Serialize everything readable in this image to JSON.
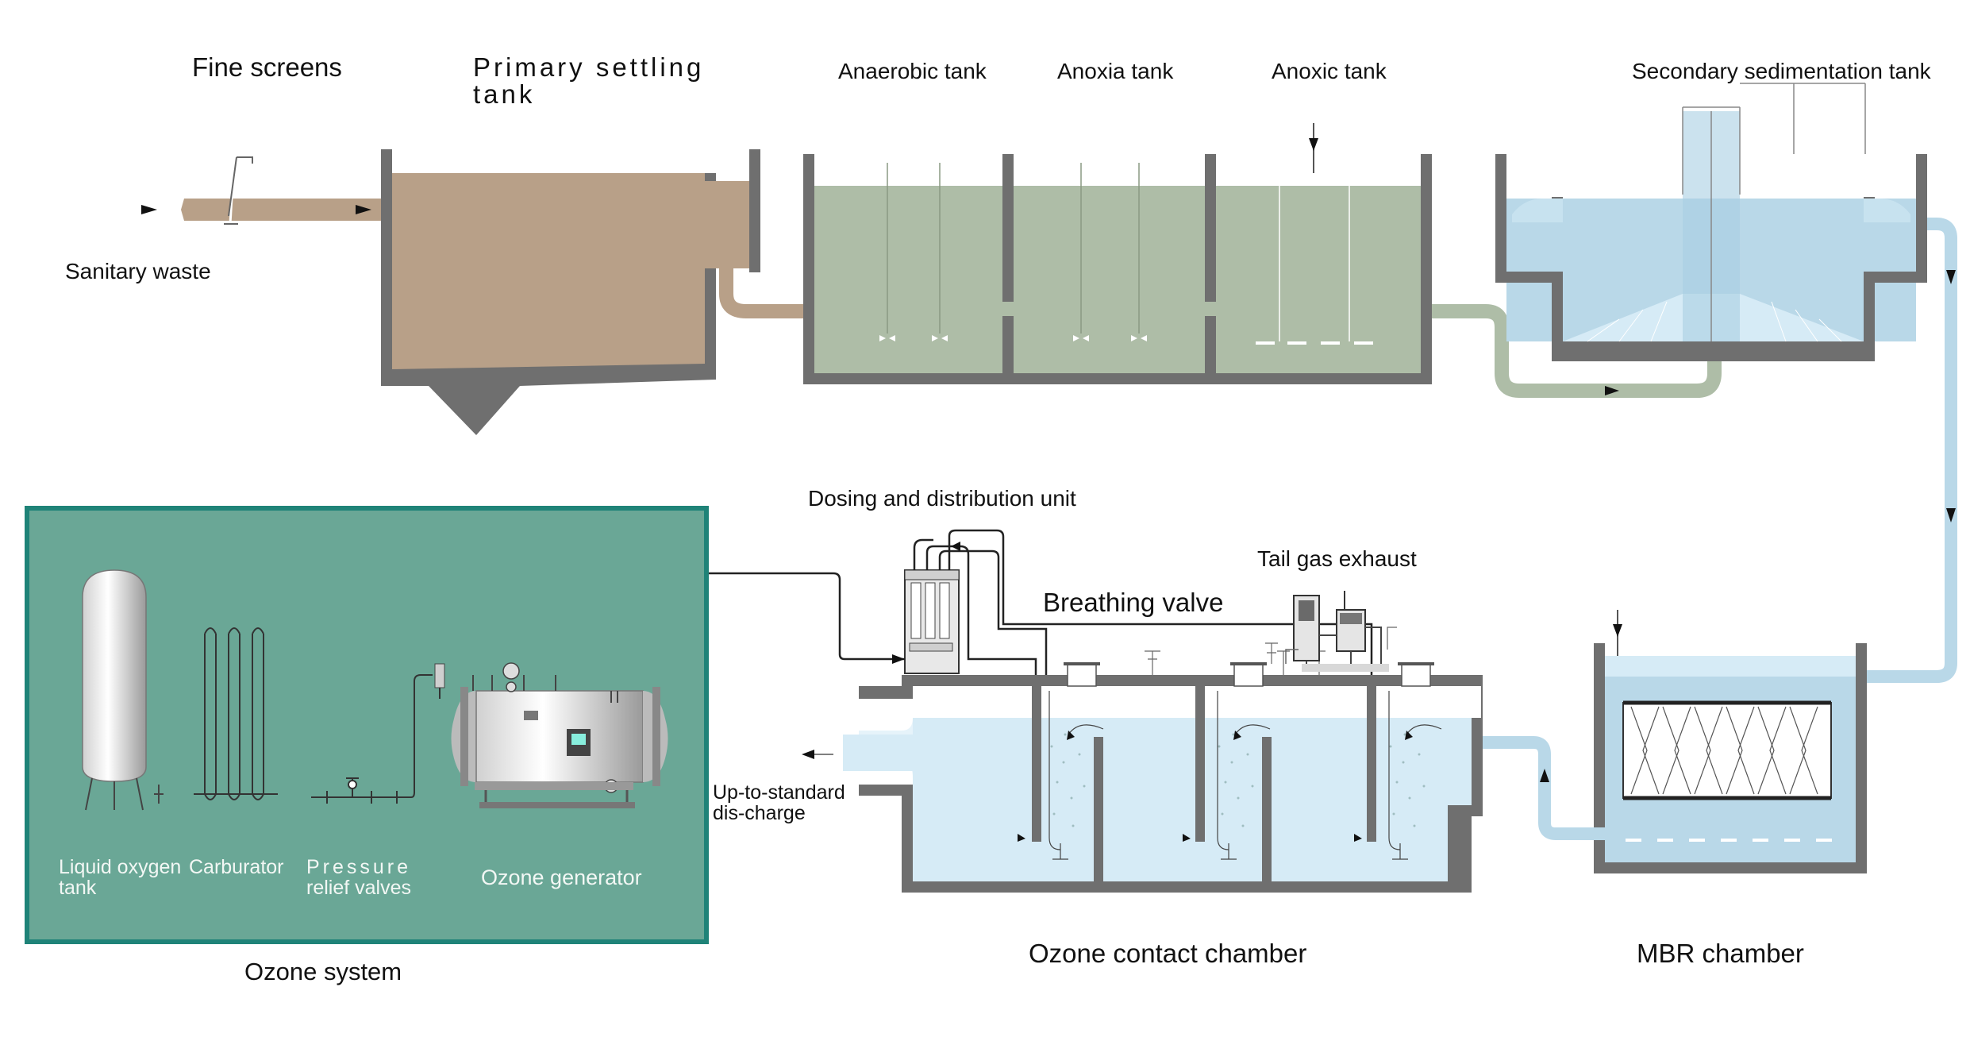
{
  "colors": {
    "sludge": "#b8a088",
    "tank_wall": "#6f6f6f",
    "bio_water": "#aebda7",
    "clear_water": "#b9d8e8",
    "light_water": "#d6ebf6",
    "ozone_panel": "#6aa796",
    "ozone_border": "#1f8378"
  },
  "labels": {
    "fine_screens": "Fine screens",
    "primary_settling_l1": "Primary  settling",
    "primary_settling_l2": "tank",
    "anaerobic": "Anaerobic tank",
    "anoxia": "Anoxia tank",
    "anoxic": "Anoxic tank",
    "secondary": "Secondary sedimentation tank",
    "sanitary": "Sanitary waste",
    "dosing": "Dosing and distribution unit",
    "tail_gas": "Tail gas exhaust",
    "breathing": "Breathing valve",
    "discharge_l1": "Up-to-standard",
    "discharge_l2": "dis-charge",
    "liquid_oxygen_l1": "Liquid oxygen",
    "liquid_oxygen_l2": "tank",
    "carburator": "Carburator",
    "pressure_l1": "Pressure",
    "pressure_l2": "relief valves",
    "ozone_generator": "Ozone generator",
    "ozone_system": "Ozone system",
    "ozone_contact": "Ozone contact chamber",
    "mbr": "MBR chamber"
  }
}
